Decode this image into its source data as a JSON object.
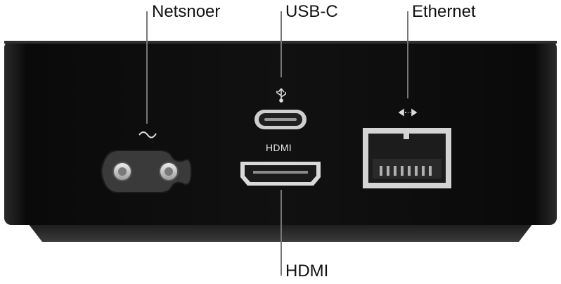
{
  "callouts": {
    "power": "Netsnoer",
    "usbc": "USB-C",
    "ethernet": "Ethernet",
    "hdmi": "HDMI"
  },
  "device": {
    "hdmi_port_label": "HDMI"
  },
  "icons": {
    "power": "ac-tilde-icon",
    "usb": "usb-trident-icon",
    "ethernet": "ethernet-arrows-icon"
  },
  "colors": {
    "case": "#101010",
    "leader_line": "#777777",
    "port_frame": "#d9d9d9",
    "callout_text": "#111111"
  }
}
